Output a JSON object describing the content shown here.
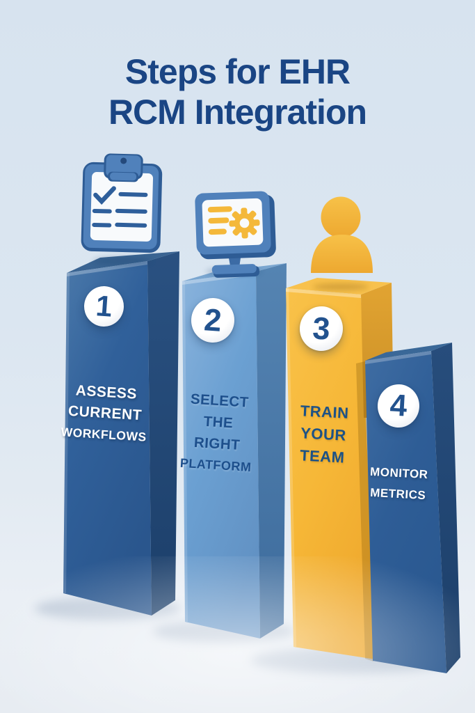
{
  "title": {
    "line1": "Steps for EHR",
    "line2": "RCM Integration"
  },
  "steps": [
    {
      "number": "1",
      "label_lines": [
        "ASSESS",
        "CURRENT",
        "WORKFLOWS"
      ],
      "icon": "clipboard-checklist-icon",
      "pillar_color": "#2F5F98",
      "label_color": "#FFFFFF"
    },
    {
      "number": "2",
      "label_lines": [
        "SELECT",
        "THE",
        "RIGHT",
        "PLATFORM"
      ],
      "icon": "monitor-settings-icon",
      "pillar_color": "#74A3D2",
      "label_color": "#1D4F8C"
    },
    {
      "number": "3",
      "label_lines": [
        "TRAIN",
        "YOUR",
        "TEAM"
      ],
      "icon": "person-icon",
      "pillar_color": "#F5B63A",
      "label_color": "#1D5286"
    },
    {
      "number": "4",
      "label_lines": [
        "MONITOR",
        "METRICS"
      ],
      "pillar_color": "#2F5F98",
      "label_color": "#FFFFFF"
    }
  ],
  "colors": {
    "background_top": "#D7E3EF",
    "background_bottom": "#EAEFF5",
    "title_text": "#1A4584",
    "badge_background": "#FFFFFF",
    "badge_number": "#22528E",
    "dark_blue_pillar": "#2F5F98",
    "light_blue_pillar": "#74A3D2",
    "yellow_pillar": "#F5B63A",
    "icon_blue": "#5081BB",
    "icon_yellow": "#F4B83A"
  }
}
